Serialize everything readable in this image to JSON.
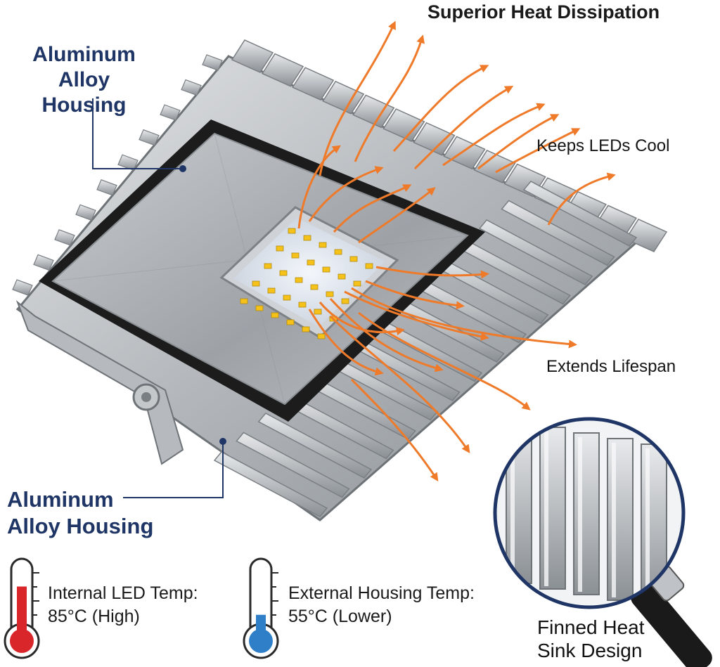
{
  "title": "Superior Heat Dissipation",
  "labels": {
    "housing_top": [
      "Aluminum Alloy",
      "Housing"
    ],
    "housing_bottom": [
      "Aluminum",
      "Alloy Housing"
    ],
    "keeps_cool": "Keeps LEDs Cool",
    "extends_life": "Extends Lifespan",
    "fin_design": [
      "Finned Heat",
      "Sink Design"
    ]
  },
  "temperatures": {
    "internal": {
      "label": "Internal LED Temp:",
      "value": "85°C (High)",
      "level": 0.7
    },
    "external": {
      "label": "External Housing Temp:",
      "value": "55°C (Lower)",
      "level": 0.35
    }
  },
  "colors": {
    "navy": "#1e3566",
    "arrow": "#ee7a2a",
    "hot": "#d8262b",
    "cool": "#2f7fc8",
    "metal_light": "#d9dcde",
    "metal_mid": "#a9adb1",
    "metal_dark": "#6e7378",
    "gasket": "#1c1c1c"
  },
  "led_array": {
    "rows": 5,
    "cols": 6
  }
}
